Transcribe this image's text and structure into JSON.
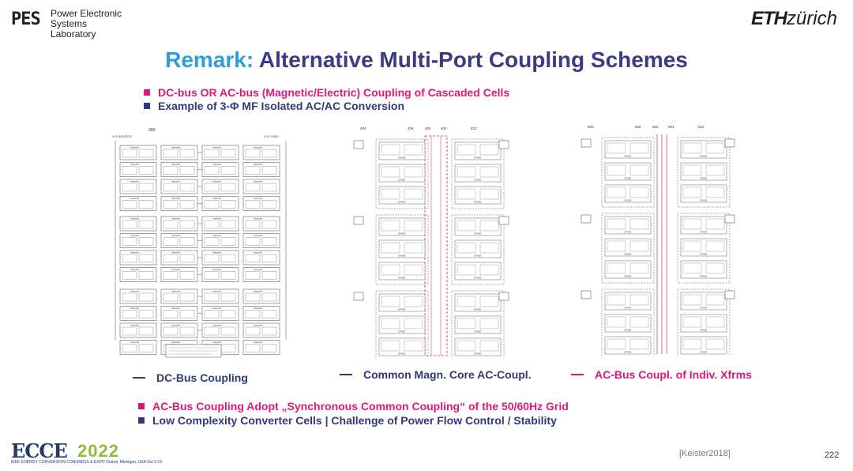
{
  "header": {
    "pes_mark": "PES",
    "pes_lab_line1": "Power Electronic Systems",
    "pes_lab_line2": "Laboratory",
    "eth_bold": "ETH",
    "eth_rest": "zürich"
  },
  "title": {
    "prefix": "Remark:",
    "text": "Alternative Multi-Port Coupling Schemes"
  },
  "bullets_top": [
    "DC-bus  OR  AC-bus (Magnetic/Electric) Coupling of Cascaded Cells",
    "Example of 3-Φ MF Isolated AC/AC Conversion"
  ],
  "captions": [
    "DC-Bus Coupling",
    "Common Magn. Core  AC-Coupl.",
    "AC-Bus Coupl. of Indiv. Xfrms"
  ],
  "bullets_bottom": [
    "AC-Bus Coupling Adopt „Synchronous Common Coupling“ of the 50/60Hz Grid",
    "Low Complexity Converter Cells  |  Challenge of Power Flow Control / Stability"
  ],
  "footer": {
    "citation": "[Keister2018]",
    "page": "222",
    "ecce_word": "ECCE",
    "ecce_year": "2022",
    "ecce_sub": "IEEE ENERGY CONVERSION CONGRESS & EXPO  Detroit, Michigan, USA  Oct 9-13"
  },
  "figures": {
    "fig1": {
      "ref": "300",
      "src": "1 Φ SOURCE",
      "load": "3 Φ LOAD",
      "block": "Assembly"
    },
    "fig2": {
      "refs": [
        "400",
        "426",
        "402",
        "404",
        "410"
      ],
      "cell": "STAGE"
    },
    "fig3": {
      "refs": [
        "600",
        "626",
        "602",
        "604",
        "610"
      ],
      "cell": "STAGE"
    }
  },
  "colors": {
    "pink": "#e0177a",
    "navy": "#2e3a78",
    "blue": "#2b9fd9"
  }
}
